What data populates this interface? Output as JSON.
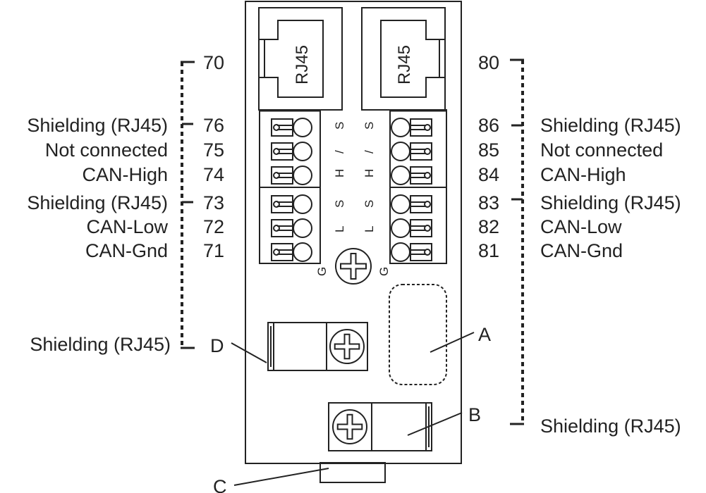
{
  "diagram": {
    "title": "CAN bus terminal module wiring",
    "connectors": {
      "left_rj45": "RJ45",
      "right_rj45": "RJ45"
    },
    "left_group": {
      "bracket_top": "70",
      "bracket_bottom_label": "Shielding (RJ45)",
      "pins": [
        {
          "number": "76",
          "label": "Shielding (RJ45)",
          "tick": true
        },
        {
          "number": "75",
          "label": "Not connected",
          "tick": false
        },
        {
          "number": "74",
          "label": "CAN-High",
          "tick": false
        },
        {
          "number": "73",
          "label": "Shielding (RJ45)",
          "tick": true
        },
        {
          "number": "72",
          "label": "CAN-Low",
          "tick": false
        },
        {
          "number": "71",
          "label": "CAN-Gnd",
          "tick": false
        }
      ]
    },
    "right_group": {
      "bracket_top": "80",
      "bracket_bottom_label": "Shielding (RJ45)",
      "pins": [
        {
          "number": "86",
          "label": "Shielding (RJ45)",
          "tick": true
        },
        {
          "number": "85",
          "label": "Not connected",
          "tick": false
        },
        {
          "number": "84",
          "label": "CAN-High",
          "tick": false
        },
        {
          "number": "83",
          "label": "Shielding (RJ45)",
          "tick": true
        },
        {
          "number": "82",
          "label": "CAN-Low",
          "tick": false
        },
        {
          "number": "81",
          "label": "CAN-Gnd",
          "tick": false
        }
      ]
    },
    "pin_letters": {
      "top_block": [
        "S",
        "/",
        "H"
      ],
      "bottom_block": [
        "S",
        "L",
        "G"
      ]
    },
    "callouts": {
      "a": "A",
      "b": "B",
      "c": "C",
      "d": "D"
    }
  }
}
